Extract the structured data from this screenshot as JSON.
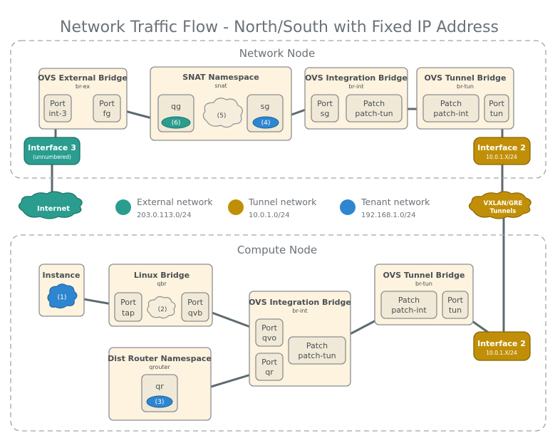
{
  "title": "Network Traffic Flow - North/South with Fixed IP Address",
  "network_node": {
    "label": "Network Node",
    "ext_bridge": {
      "title": "OVS External Bridge",
      "sub": "br-ex",
      "port_int": [
        "Port",
        "int-3"
      ],
      "port_fg": [
        "Port",
        "fg"
      ]
    },
    "snat": {
      "title": "SNAT Namespace",
      "sub": "snat",
      "qg": "qg",
      "sg": "sg",
      "num6": "(6)",
      "num5": "(5)",
      "num4": "(4)"
    },
    "int_bridge": {
      "title": "OVS Integration Bridge",
      "sub": "br-int",
      "port_sg": [
        "Port",
        "sg"
      ],
      "patch": [
        "Patch",
        "patch-tun"
      ]
    },
    "tun_bridge": {
      "title": "OVS Tunnel Bridge",
      "sub": "br-tun",
      "patch": [
        "Patch",
        "patch-int"
      ],
      "port_tun": [
        "Port",
        "tun"
      ]
    },
    "iface3": {
      "title": "Interface 3",
      "sub": "(unnumbered)"
    },
    "iface2": {
      "title": "Interface 2",
      "sub": "10.0.1.X/24"
    }
  },
  "legend": {
    "internet": "Internet",
    "external": {
      "name": "External network",
      "cidr": "203.0.113.0/24",
      "color": "#2a9d8f"
    },
    "tunnel": {
      "name": "Tunnel network",
      "cidr": "10.0.1.0/24",
      "color": "#c18f07"
    },
    "tenant": {
      "name": "Tenant network",
      "cidr": "192.168.1.0/24",
      "color": "#2e86d1"
    },
    "vxlan": [
      "VXLAN/GRE",
      "Tunnels"
    ]
  },
  "compute_node": {
    "label": "Compute Node",
    "instance": {
      "title": "Instance",
      "num1": "(1)"
    },
    "linux_bridge": {
      "title": "Linux Bridge",
      "sub": "qbr",
      "port_tap": [
        "Port",
        "tap"
      ],
      "num2": "(2)",
      "port_qvb": [
        "Port",
        "qvb"
      ]
    },
    "int_bridge": {
      "title": "OVS Integration Bridge",
      "sub": "br-int",
      "port_qvo": [
        "Port",
        "qvo"
      ],
      "port_qr": [
        "Port",
        "qr"
      ],
      "patch": [
        "Patch",
        "patch-tun"
      ]
    },
    "tun_bridge": {
      "title": "OVS Tunnel Bridge",
      "sub": "br-tun",
      "patch": [
        "Patch",
        "patch-int"
      ],
      "port_tun": [
        "Port",
        "tun"
      ]
    },
    "dist_router": {
      "title": "Dist Router Namespace",
      "sub": "qrouter",
      "qr": "qr",
      "num3": "(3)"
    },
    "iface2": {
      "title": "Interface 2",
      "sub": "10.0.1.X/24"
    }
  }
}
